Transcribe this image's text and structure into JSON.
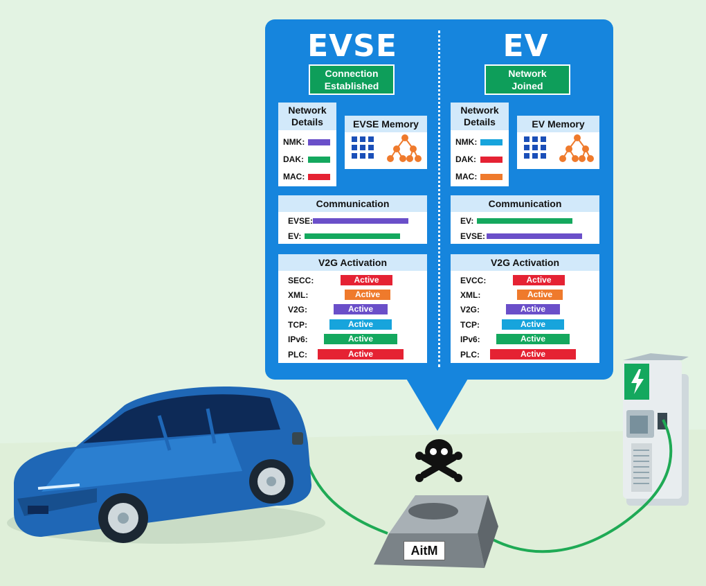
{
  "colors": {
    "background": "#e3f3e3",
    "bubble": "#1685dd",
    "status_green": "#0e9e5a",
    "purple": "#6a4fc9",
    "green": "#14a85e",
    "red": "#e52233",
    "blue": "#17a4dc",
    "orange": "#ef7a2c"
  },
  "evse": {
    "title": "EVSE",
    "status": "Connection\nEstablished",
    "network_details": {
      "title": "Network\nDetails",
      "rows": [
        {
          "label": "NMK:",
          "color": "purple"
        },
        {
          "label": "DAK:",
          "color": "green"
        },
        {
          "label": "MAC:",
          "color": "red"
        }
      ]
    },
    "memory": {
      "title": "EVSE Memory"
    },
    "communication": {
      "title": "Communication",
      "rows": [
        {
          "label": "EVSE:",
          "color": "purple"
        },
        {
          "label": "EV:",
          "color": "green"
        }
      ]
    },
    "v2g": {
      "title": "V2G Activation",
      "rows": [
        {
          "label": "SECC:",
          "value": "Active",
          "color": "red"
        },
        {
          "label": "XML:",
          "value": "Active",
          "color": "orange"
        },
        {
          "label": "V2G:",
          "value": "Active",
          "color": "purple"
        },
        {
          "label": "TCP:",
          "value": "Active",
          "color": "blue"
        },
        {
          "label": "IPv6:",
          "value": "Active",
          "color": "green"
        },
        {
          "label": "PLC:",
          "value": "Active",
          "color": "red"
        }
      ]
    }
  },
  "ev": {
    "title": "EV",
    "status": "Network\nJoined",
    "network_details": {
      "title": "Network\nDetails",
      "rows": [
        {
          "label": "NMK:",
          "color": "blue"
        },
        {
          "label": "DAK:",
          "color": "red"
        },
        {
          "label": "MAC:",
          "color": "orange"
        }
      ]
    },
    "memory": {
      "title": "EV Memory"
    },
    "communication": {
      "title": "Communication",
      "rows": [
        {
          "label": "EV:",
          "color": "green"
        },
        {
          "label": "EVSE:",
          "color": "purple"
        }
      ]
    },
    "v2g": {
      "title": "V2G Activation",
      "rows": [
        {
          "label": "EVCC:",
          "value": "Active",
          "color": "red"
        },
        {
          "label": "XML:",
          "value": "Active",
          "color": "orange"
        },
        {
          "label": "V2G:",
          "value": "Active",
          "color": "purple"
        },
        {
          "label": "TCP:",
          "value": "Active",
          "color": "blue"
        },
        {
          "label": "IPv6:",
          "value": "Active",
          "color": "green"
        },
        {
          "label": "PLC:",
          "value": "Active",
          "color": "red"
        }
      ]
    }
  },
  "attacker": {
    "label": "AitM",
    "icon": "skull-crossbones-icon"
  },
  "charger": {
    "icon": "lightning-bolt-icon"
  }
}
